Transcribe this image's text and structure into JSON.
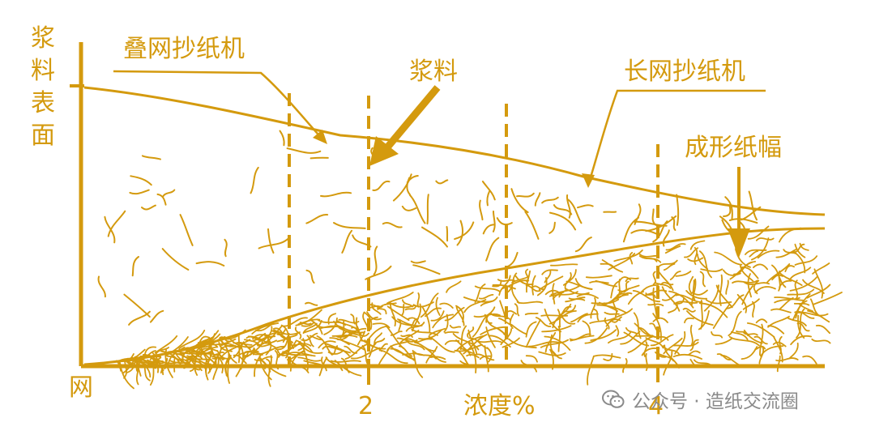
{
  "diagram": {
    "y_axis_label": "浆料表面",
    "origin_label": "网",
    "x_axis_label": "浓度%",
    "x_ticks": [
      "2",
      "4"
    ],
    "labels": {
      "cylinder_former": "叠网抄纸机",
      "stock": "浆料",
      "fourdrinier": "长网抄纸机",
      "formed_web": "成形纸幅"
    },
    "colors": {
      "line": "#d49a0e",
      "text": "#d49a0e",
      "watermark": "#8a8a8a"
    }
  },
  "watermark": {
    "text": "公众号 · 造纸交流圈",
    "icon": "wechat-icon"
  }
}
